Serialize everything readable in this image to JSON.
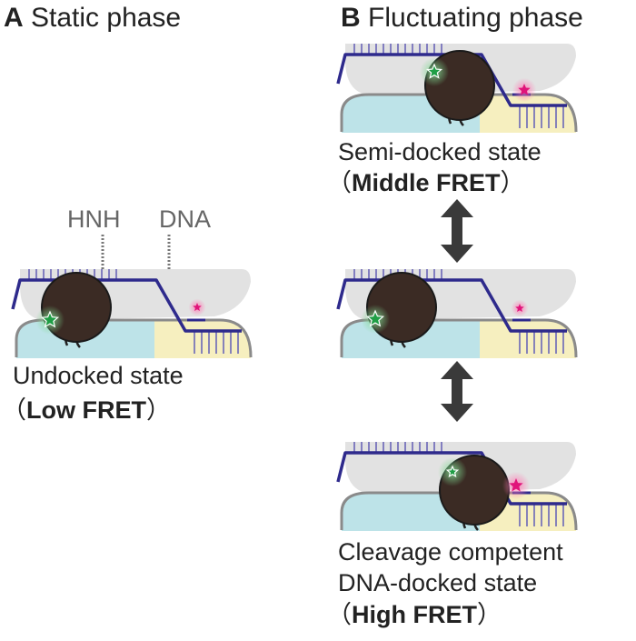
{
  "panel_a": {
    "letter": "A",
    "title": "Static phase",
    "labels": {
      "hnh": "HNH",
      "dna": "DNA"
    },
    "state": {
      "name": "Undocked state",
      "fret": "Low FRET"
    }
  },
  "panel_b": {
    "letter": "B",
    "title": "Fluctuating phase",
    "states": [
      {
        "name": "Semi-docked state",
        "fret": "Middle FRET"
      },
      {
        "name": "",
        "fret": ""
      },
      {
        "name_line1": "Cleavage competent",
        "name_line2": "DNA-docked state",
        "fret": "High FRET"
      }
    ]
  },
  "paren_open": "（",
  "paren_close": "）",
  "colors": {
    "protein_lobe": "#e2e2e2",
    "rec_lobe_cyan": "#bde3e8",
    "pam_yellow": "#f6efbf",
    "dna_strand": "#2e2a8c",
    "hnh_domain": "#3b2b24",
    "donor_star": "#1f9e45",
    "acceptor_star": "#e0147a",
    "arrow": "#3a3a3a",
    "outline": "#8a8a8a"
  }
}
